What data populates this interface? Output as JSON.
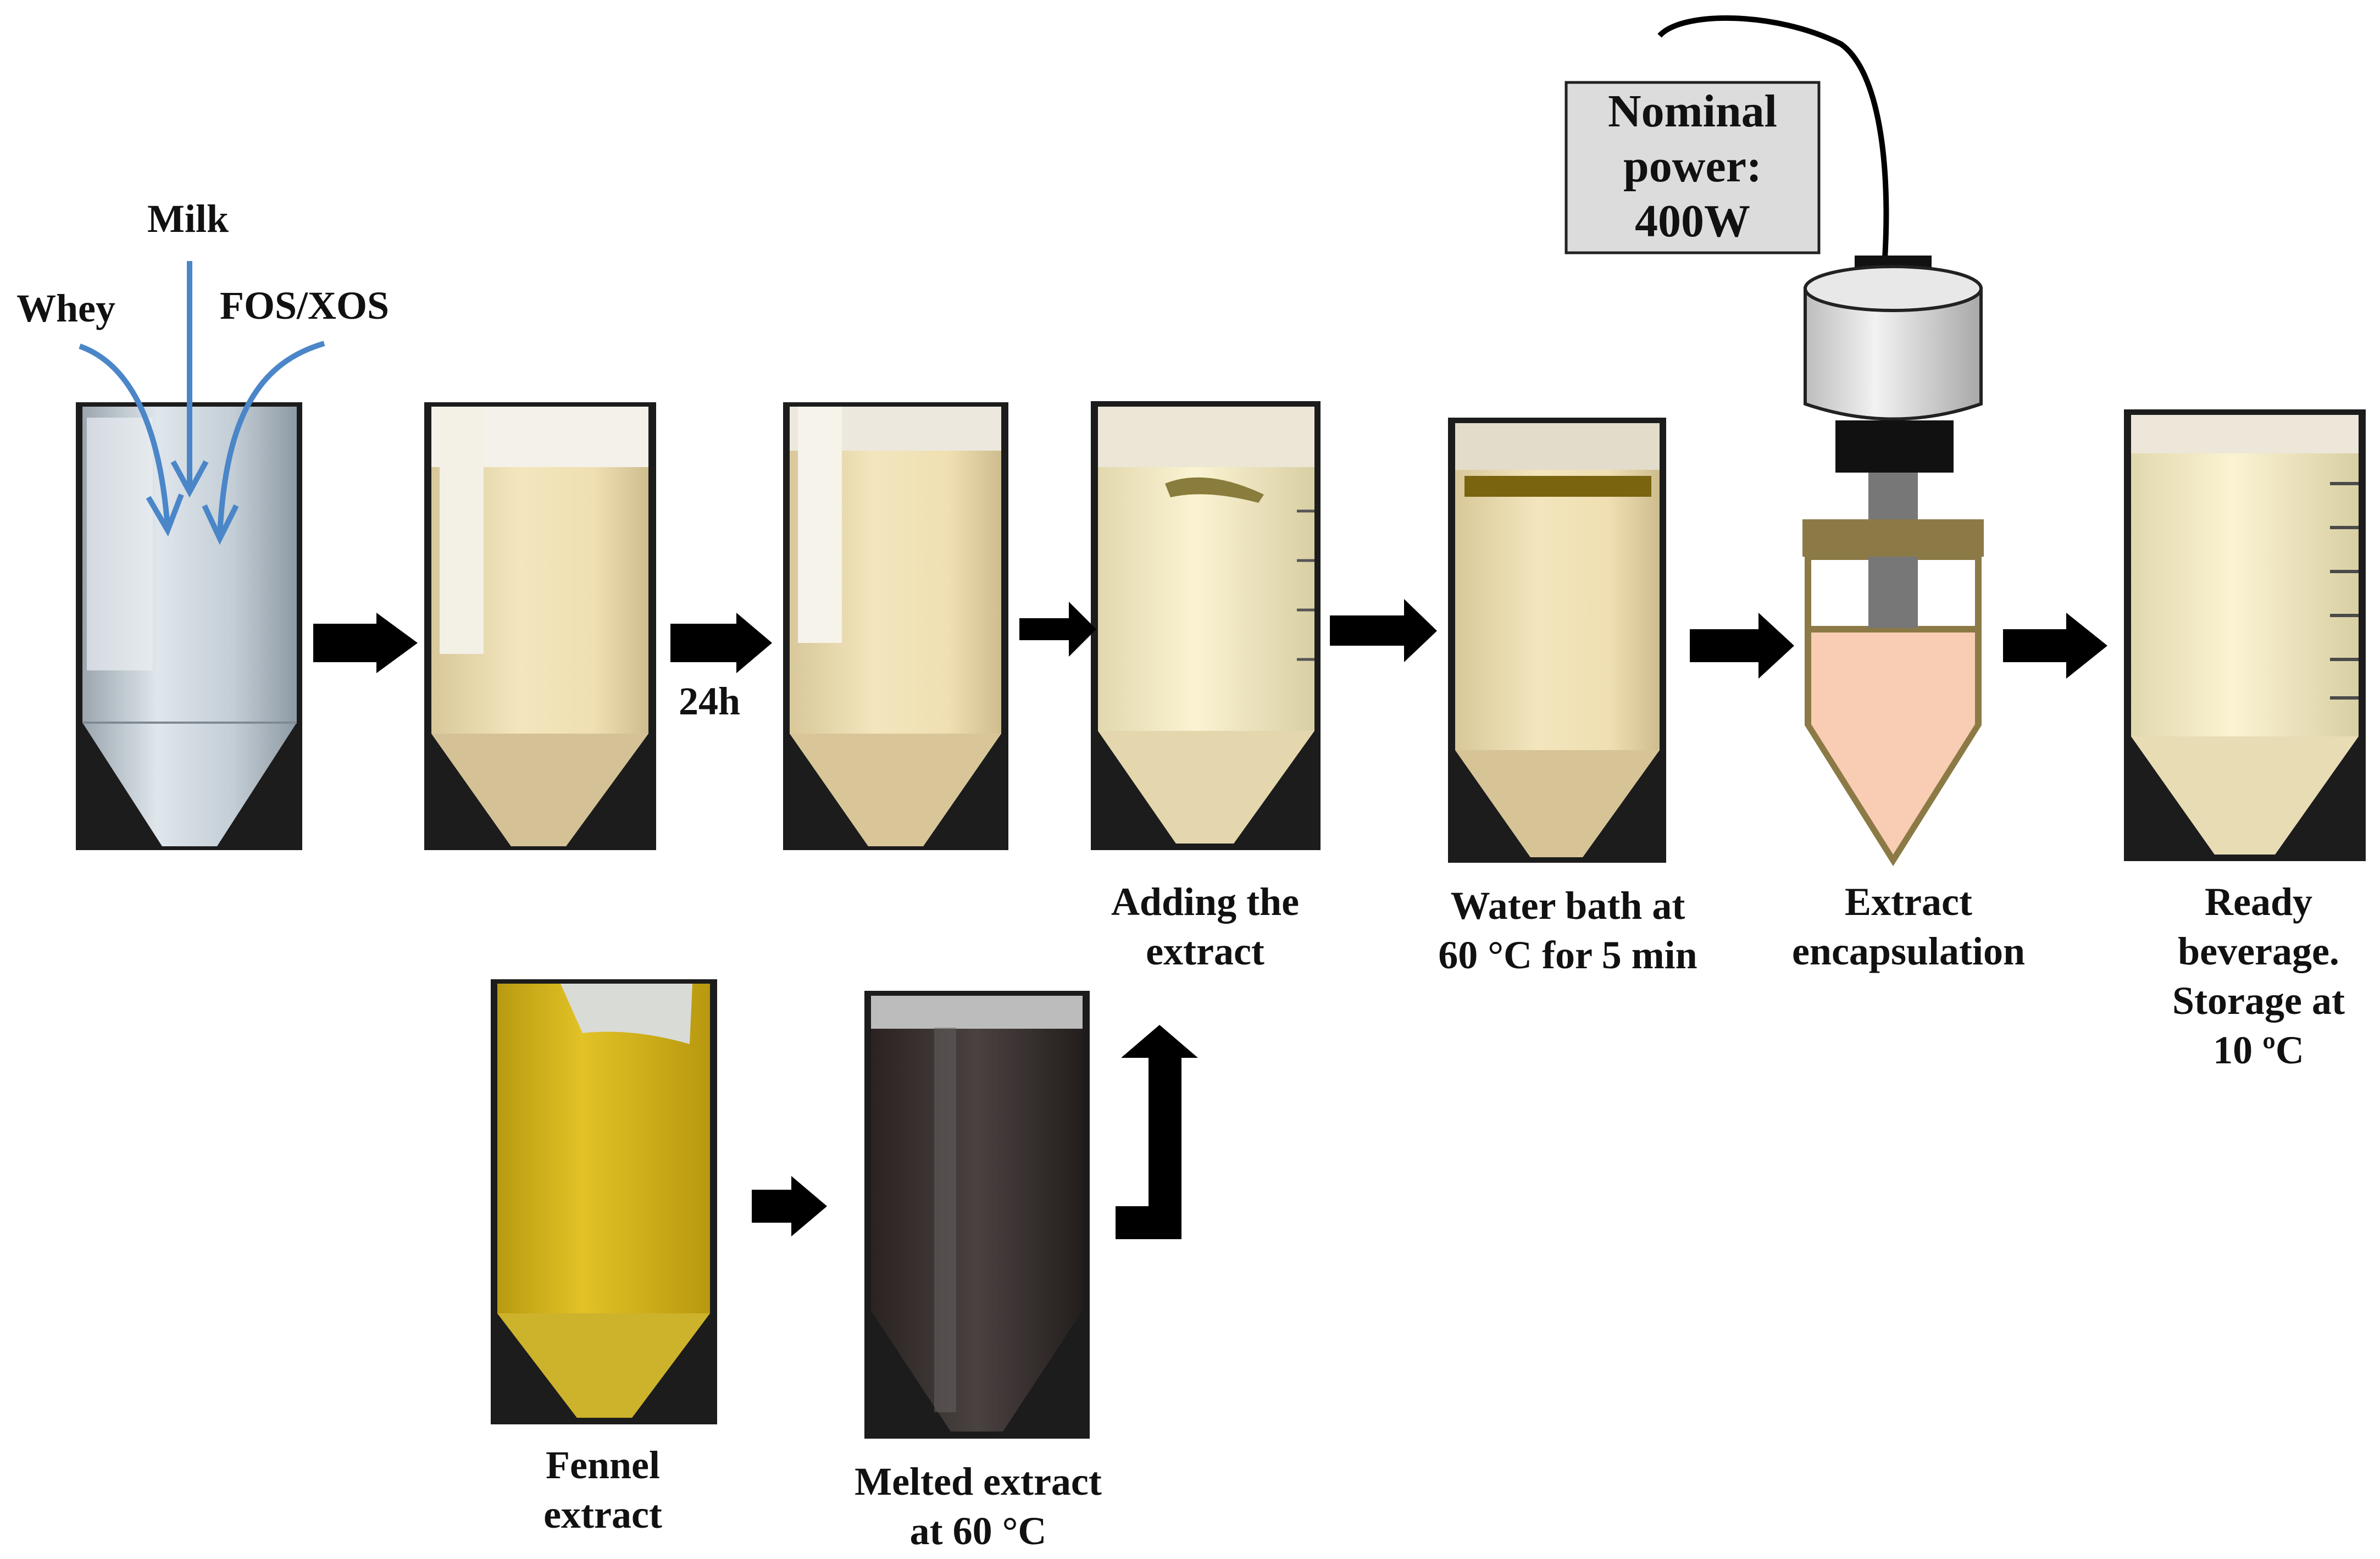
{
  "ingredients": {
    "whey": "Whey",
    "milk": "Milk",
    "fos_xos": "FOS/XOS"
  },
  "time_label": "24h",
  "power_box": {
    "line1": "Nominal",
    "line2": "power:",
    "line3": "400W"
  },
  "captions": {
    "adding_extract": {
      "line1": "Adding the",
      "line2": "extract"
    },
    "water_bath": {
      "line1": "Water bath at",
      "line2": "60 °C for 5 min"
    },
    "encapsulation": {
      "line1": "Extract",
      "line2": "encapsulation"
    },
    "ready": {
      "line1": "Ready",
      "line2": "beverage.",
      "line3": "Storage at",
      "line4": "10 ºC"
    },
    "fennel": {
      "line1": "Fennel",
      "line2": "extract"
    },
    "melted": {
      "line1": "Melted extract",
      "line2": "at 60 °C"
    }
  },
  "colors": {
    "arrow": "#000000",
    "ingredient_arrow": "#4a86c8",
    "mixture": "#efe0b0",
    "fennel": "#d8b818",
    "melted": "#3a3332",
    "clear_liquid": "#c8d2da",
    "encapsulation_fill": "#f8cdb3",
    "encapsulation_frame": "#8c7a46",
    "power_box_fill": "#dcdcdc"
  }
}
